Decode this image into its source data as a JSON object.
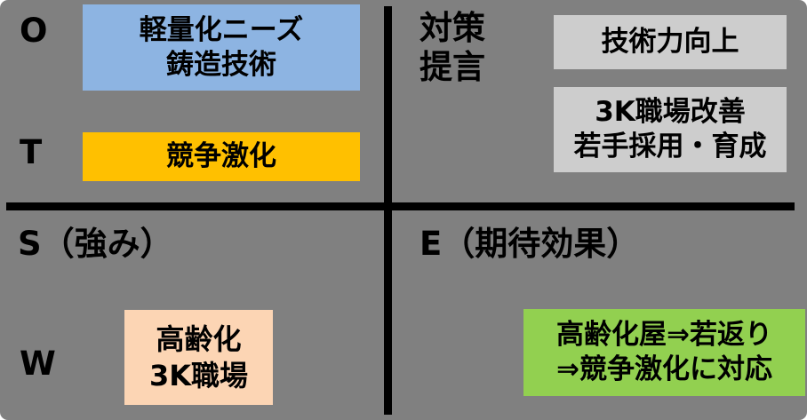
{
  "diagram": {
    "type": "swot-quadrant-matrix",
    "colors": {
      "background": "#808080",
      "divider": "#000000",
      "text": "#000000",
      "opportunity_box": "#8DB4E2",
      "threat_box": "#FFC000",
      "measure_box": "#CDCDCD",
      "weakness_box": "#FCD5B4",
      "effect_box": "#92D050"
    },
    "quadrant_ot": {
      "label_o": "O",
      "label_t": "T",
      "opportunity_box": {
        "line1": "軽量化ニーズ",
        "line2": "鋳造技術"
      },
      "threat_box": {
        "label": "競争激化"
      }
    },
    "quadrant_measures": {
      "header_line1": "対策",
      "header_line2": "提言",
      "box1": {
        "label": "技術力向上"
      },
      "box2": {
        "line1": "3K職場改善",
        "line2": "若手採用・育成"
      }
    },
    "quadrant_sw": {
      "label_s": "S（強み）",
      "label_w": "W",
      "weakness_box": {
        "line1": "高齢化",
        "line2": "3K職場"
      }
    },
    "quadrant_effect": {
      "label_e": "E（期待効果）",
      "effect_box": {
        "line1": "高齢化屋⇒若返り",
        "line2": "⇒競争激化に対応"
      }
    }
  }
}
